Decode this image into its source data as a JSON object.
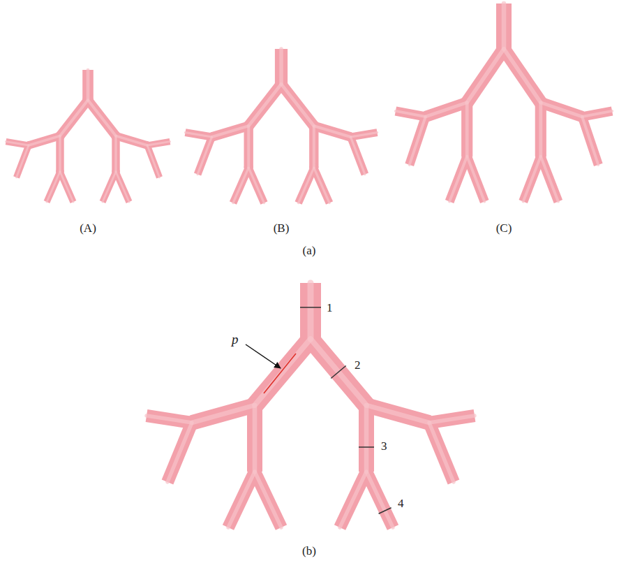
{
  "diagram": {
    "labels": [
      "(A)",
      "(B)",
      "(C)",
      "(a)",
      "1",
      "p",
      "2",
      "3",
      "4",
      "(b)"
    ]
  }
}
